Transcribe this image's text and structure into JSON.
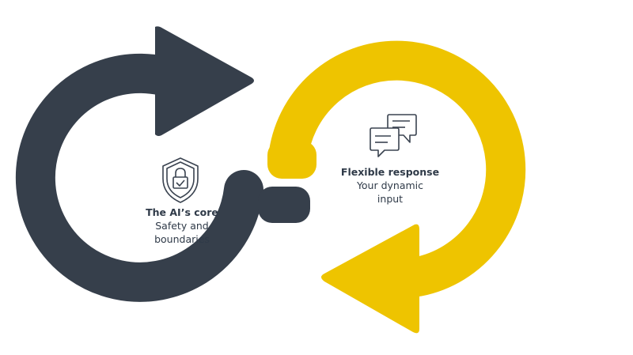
{
  "colors": {
    "dark": "#363f4b",
    "yellow": "#eec400",
    "text": "#2f3a48",
    "icon": "#3a4350"
  },
  "left_node": {
    "title": "The AI’s core",
    "subtitle": "Safety and boundaries",
    "icon": "shield-lock-icon"
  },
  "right_node": {
    "title": "Flexible response",
    "subtitle": "Your dynamic input",
    "icon": "chat-bubbles-icon"
  }
}
